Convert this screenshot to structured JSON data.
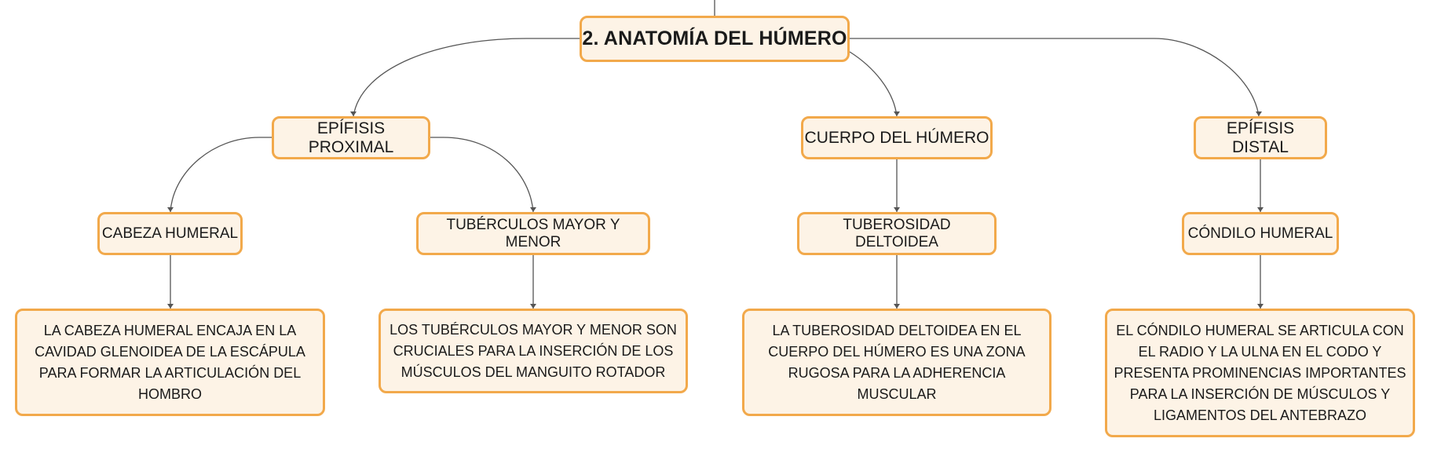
{
  "root": {
    "label": "2. ANATOMÍA DEL HÚMERO"
  },
  "branches": [
    {
      "label": "EPÍFISIS PROXIMAL",
      "children": [
        {
          "label": "CABEZA HUMERAL",
          "detail": "LA CABEZA HUMERAL ENCAJA EN LA CAVIDAD GLENOIDEA DE LA ESCÁPULA PARA FORMAR LA ARTICULACIÓN DEL HOMBRO"
        },
        {
          "label": "TUBÉRCULOS MAYOR Y MENOR",
          "detail": "LOS TUBÉRCULOS MAYOR Y MENOR SON CRUCIALES PARA LA INSERCIÓN DE LOS MÚSCULOS DEL MANGUITO ROTADOR"
        }
      ]
    },
    {
      "label": "CUERPO DEL HÚMERO",
      "children": [
        {
          "label": "TUBEROSIDAD DELTOIDEA",
          "detail": "LA TUBEROSIDAD DELTOIDEA EN EL CUERPO DEL HÚMERO ES UNA ZONA RUGOSA PARA LA ADHERENCIA MUSCULAR"
        }
      ]
    },
    {
      "label": "EPÍFISIS DISTAL",
      "children": [
        {
          "label": "CÓNDILO HUMERAL",
          "detail": "EL CÓNDILO HUMERAL SE ARTICULA CON EL RADIO Y LA ULNA EN EL CODO Y PRESENTA PROMINENCIAS IMPORTANTES PARA LA INSERCIÓN DE MÚSCULOS Y LIGAMENTOS DEL ANTEBRAZO"
        }
      ]
    }
  ],
  "colors": {
    "border": "#f2a94b",
    "fill": "#fdf3e6",
    "line": "#555555",
    "text": "#1a1a1a"
  }
}
